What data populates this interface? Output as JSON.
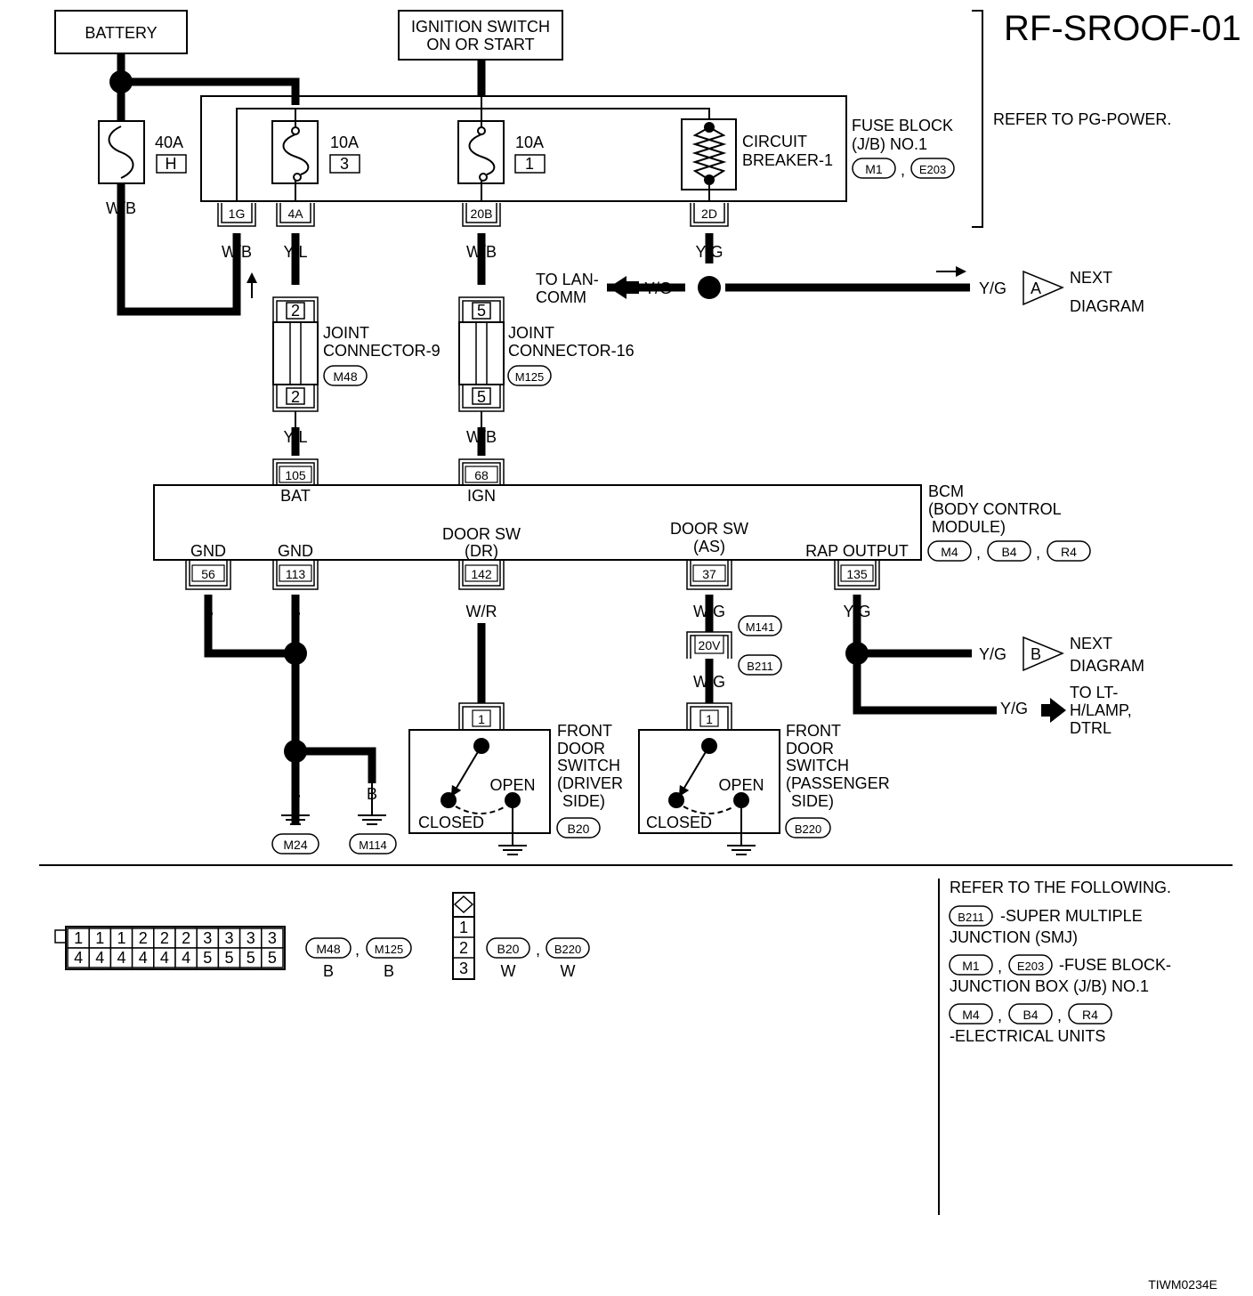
{
  "title": "RF-SROOF-01",
  "refer_note": "REFER TO PG-POWER.",
  "image_code": "TIWM0234E",
  "battery": "BATTERY",
  "ignition": {
    "line1": "IGNITION SWITCH",
    "line2": "ON OR START"
  },
  "fuses": [
    {
      "amp": "40A",
      "id": "H",
      "wire": "W/B"
    },
    {
      "amp": "10A",
      "id": "3"
    },
    {
      "amp": "10A",
      "id": "1"
    }
  ],
  "circuit_breaker": {
    "line1": "CIRCUIT",
    "line2": "BREAKER-1"
  },
  "fuse_block": {
    "line1": "FUSE BLOCK",
    "line2": "(J/B) NO.1",
    "conn1": "M1",
    "conn2": "E203"
  },
  "fuse_block_pins": [
    {
      "pin": "1G",
      "wire": "W/B"
    },
    {
      "pin": "4A",
      "wire": "Y/L"
    },
    {
      "pin": "20B",
      "wire": "W/B"
    },
    {
      "pin": "2D",
      "wire": "Y/G"
    }
  ],
  "to_lan": {
    "line1": "TO LAN-",
    "line2": "COMM",
    "wire": "Y/G"
  },
  "next_a": {
    "wire": "Y/G",
    "label": "A",
    "line1": "NEXT",
    "line2": "DIAGRAM"
  },
  "joint9": {
    "line1": "JOINT",
    "line2": "CONNECTOR-9",
    "pin": "2",
    "conn": "M48",
    "wire_out": "Y/L"
  },
  "joint16": {
    "line1": "JOINT",
    "line2": "CONNECTOR-16",
    "pin": "5",
    "conn": "M125",
    "wire_out": "W/B"
  },
  "bcm": {
    "line1": "BCM",
    "line2": "(BODY CONTROL",
    "line3": "MODULE)",
    "conns": [
      "M4",
      "B4",
      "R4"
    ],
    "top_pins": [
      {
        "pin": "105",
        "label": "BAT"
      },
      {
        "pin": "68",
        "label": "IGN"
      }
    ],
    "bottom_pins": [
      {
        "pin": "56",
        "label": "GND",
        "wire": "B"
      },
      {
        "pin": "113",
        "label": "GND",
        "wire": "B"
      },
      {
        "pin": "142",
        "label1": "DOOR SW",
        "label2": "(DR)",
        "wire": "W/R"
      },
      {
        "pin": "37",
        "label1": "DOOR SW",
        "label2": "(AS)",
        "wire": "W/G"
      },
      {
        "pin": "135",
        "label": "RAP OUTPUT",
        "wire": "Y/G"
      }
    ]
  },
  "smj": {
    "pin": "20V",
    "conn_top": "M141",
    "conn_bottom": "B211",
    "wire": "W/G"
  },
  "next_b": {
    "wire": "Y/G",
    "label": "B",
    "line1": "NEXT",
    "line2": "DIAGRAM"
  },
  "to_lt": {
    "wire": "Y/G",
    "line1": "TO LT-",
    "line2": "H/LAMP,",
    "line3": "DTRL"
  },
  "grounds": [
    {
      "wire": "B",
      "conn": "M24"
    },
    {
      "wire": "B",
      "conn": "M114"
    }
  ],
  "switch_dr": {
    "pin": "1",
    "line1": "FRONT",
    "line2": "DOOR",
    "line3": "SWITCH",
    "line4": "(DRIVER",
    "line5": "SIDE)",
    "open": "OPEN",
    "closed": "CLOSED",
    "conn": "B20"
  },
  "switch_as": {
    "pin": "1",
    "line1": "FRONT",
    "line2": "DOOR",
    "line3": "SWITCH",
    "line4": "(PASSENGER",
    "line5": "SIDE)",
    "open": "OPEN",
    "closed": "CLOSED",
    "conn": "B220"
  },
  "legend": {
    "conn_a": {
      "row1": [
        "1",
        "1",
        "1",
        "2",
        "2",
        "2",
        "3",
        "3",
        "3",
        "3"
      ],
      "row2": [
        "4",
        "4",
        "4",
        "4",
        "4",
        "4",
        "5",
        "5",
        "5",
        "5"
      ],
      "tags": [
        "M48",
        "M125"
      ],
      "colors": [
        "B",
        "B"
      ]
    },
    "conn_b": {
      "pins": [
        "1",
        "2",
        "3"
      ],
      "tags": [
        "B20",
        "B220"
      ],
      "colors": [
        "W",
        "W"
      ]
    }
  },
  "refer_following": {
    "title": "REFER TO THE FOLLOWING.",
    "b211": "B211",
    "smj1": "-SUPER MULTIPLE",
    "smj2": "JUNCTION (SMJ)",
    "m1": "M1",
    "e203": "E203",
    "fb1": "-FUSE BLOCK-",
    "fb2": "JUNCTION BOX (J/B) NO.1",
    "m4": "M4",
    "b4": "B4",
    "r4": "R4",
    "eu": "-ELECTRICAL UNITS"
  }
}
